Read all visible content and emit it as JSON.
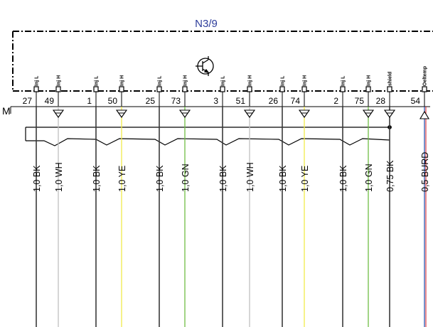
{
  "module": "N3/9",
  "connector_label": "M",
  "colors": {
    "BK": "#3a3a3a",
    "WH": "#c0c0c0",
    "YE": "#f2ea4a",
    "GN": "#6fbe44",
    "BU": "#2d56b0",
    "RD": "#d81f26",
    "title": "#2d3d9b",
    "frame": "#000000"
  },
  "pins": [
    {
      "pin": "27",
      "label": "Inj L",
      "wire": "1,0 BK",
      "color": "BK"
    },
    {
      "pin": "49",
      "label": "Inj H",
      "wire": "1,0 WH",
      "color": "WH"
    },
    {
      "pin": "1",
      "label": "Inj L",
      "wire": "1,0 BK",
      "color": "BK"
    },
    {
      "pin": "50",
      "label": "Inj H",
      "wire": "1,0 YE",
      "color": "YE"
    },
    {
      "pin": "25",
      "label": "Inj L",
      "wire": "1,0 BK",
      "color": "BK"
    },
    {
      "pin": "73",
      "label": "Inj H",
      "wire": "1,0 GN",
      "color": "GN"
    },
    {
      "pin": "3",
      "label": "Inj L",
      "wire": "1,0 BK",
      "color": "BK"
    },
    {
      "pin": "51",
      "label": "Inj H",
      "wire": "1,0 WH",
      "color": "WH"
    },
    {
      "pin": "26",
      "label": "Inj L",
      "wire": "1,0 BK",
      "color": "BK"
    },
    {
      "pin": "74",
      "label": "Inj H",
      "wire": "1,0 YE",
      "color": "YE"
    },
    {
      "pin": "2",
      "label": "Inj L",
      "wire": "1,0 BK",
      "color": "BK"
    },
    {
      "pin": "75",
      "label": "Inj H",
      "wire": "1,0 GN",
      "color": "GN"
    },
    {
      "pin": "28",
      "label": "shield",
      "wire": "0,75 BK",
      "color": "BK"
    },
    {
      "pin": "54",
      "label": "Oeltemp",
      "wire": "0,5 BURD",
      "color": "BU"
    }
  ]
}
